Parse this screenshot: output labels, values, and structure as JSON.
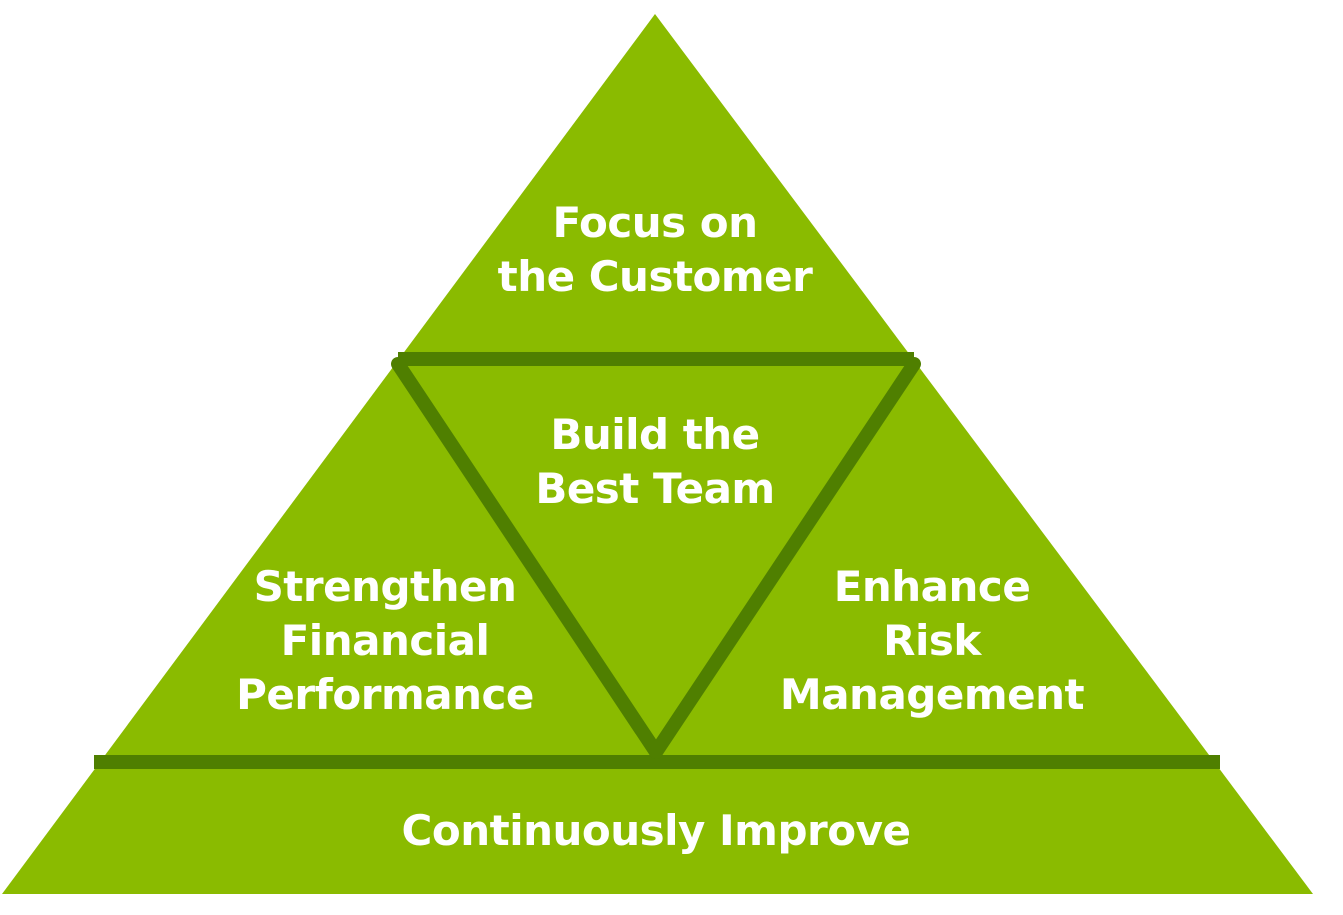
{
  "colors": {
    "fill": "#8abb00",
    "line": "#4f7f00",
    "text": "#ffffff",
    "background": "#ffffff"
  },
  "sections": {
    "top": {
      "lines": [
        "Focus on",
        "the Customer"
      ]
    },
    "center": {
      "lines": [
        "Build the",
        "Best Team"
      ]
    },
    "left": {
      "lines": [
        "Strengthen",
        "Financial",
        "Performance"
      ]
    },
    "right": {
      "lines": [
        "Enhance",
        "Risk",
        "Management"
      ]
    },
    "bottom": {
      "lines": [
        "Continuously Improve"
      ]
    }
  }
}
